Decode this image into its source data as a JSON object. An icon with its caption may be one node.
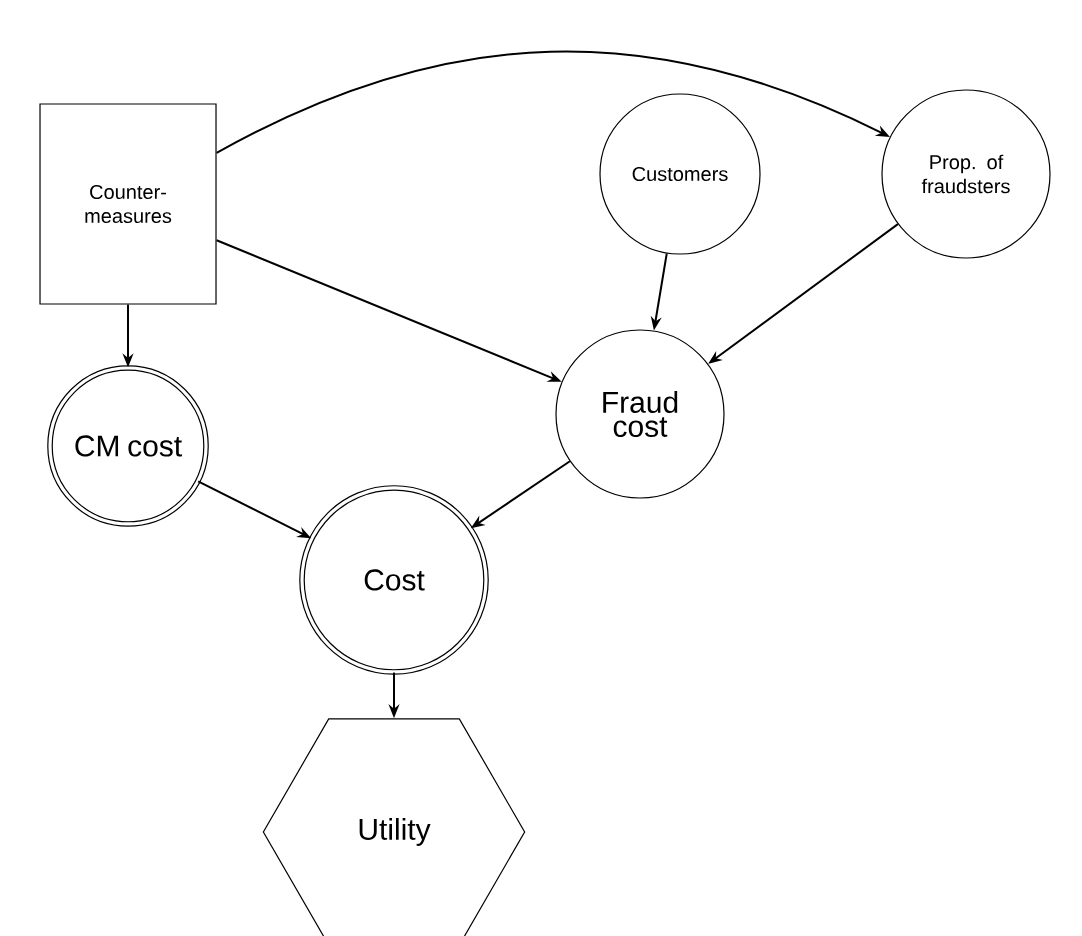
{
  "diagram": {
    "nodes": [
      {
        "text": [
          "Counter- measures"
        ]
      },
      {
        "text": [
          "Customers"
        ]
      },
      {
        "text": [
          "Prop. of fraudsters"
        ]
      },
      {
        "text": [
          "CM cost"
        ]
      },
      {
        "text": [
          "Fraud cost"
        ]
      },
      {
        "text": [
          "Cost"
        ]
      },
      {
        "text": [
          "Utility"
        ]
      }
    ],
    "edges": [
      {
        "from": 0,
        "to": 2,
        "arrow": "to"
      },
      {
        "from": 0,
        "to": 3,
        "arrow": "to"
      },
      {
        "from": 0,
        "to": 4,
        "arrow": "to"
      },
      {
        "from": 1,
        "to": 4,
        "arrow": "to"
      },
      {
        "from": 2,
        "to": 4,
        "arrow": "to"
      },
      {
        "from": 3,
        "to": 5,
        "arrow": "to"
      },
      {
        "from": 4,
        "to": 5,
        "arrow": "to"
      },
      {
        "from": 5,
        "to": 6,
        "arrow": "to"
      }
    ]
  }
}
